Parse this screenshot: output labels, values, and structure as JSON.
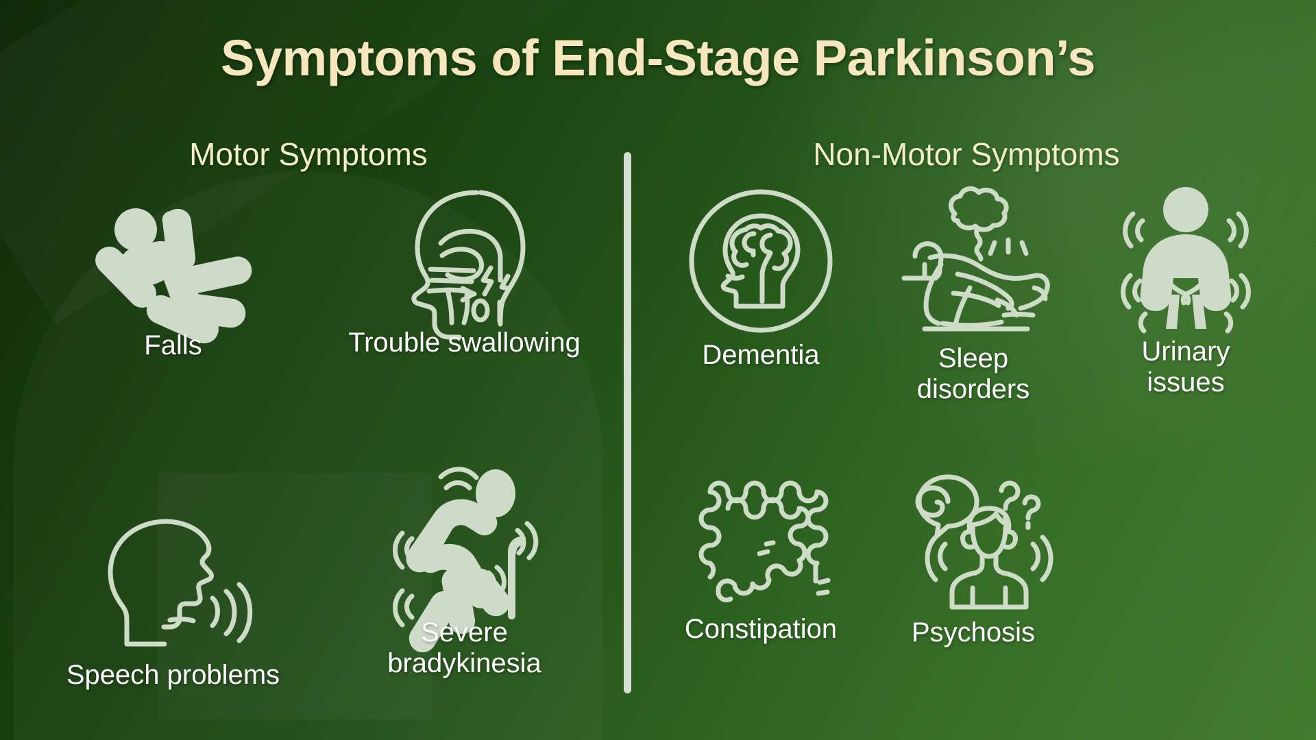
{
  "page": {
    "title": "Symptoms of End-Stage Parkinson’s",
    "background_dark": "#0f2b08",
    "background_light": "#437b2f",
    "title_color": "#F6E7BE",
    "header_color": "#F2EFC6",
    "label_color": "#FFFFFF",
    "icon_color": "#CEDCC7",
    "divider_color": "#D6E0D2"
  },
  "columns": [
    {
      "id": "motor",
      "header": "Motor Symptoms",
      "items": [
        {
          "label": "Falls",
          "icon": "falling-person-icon"
        },
        {
          "label": "Trouble swallowing",
          "icon": "head-swallowing-icon"
        },
        {
          "label": "Speech problems",
          "icon": "head-speaking-icon"
        },
        {
          "label": "Severe\nbradykinesia",
          "icon": "stooped-person-cane-icon"
        }
      ]
    },
    {
      "id": "non-motor",
      "header": "Non-Motor Symptoms",
      "items": [
        {
          "label": "Dementia",
          "icon": "brain-question-head-circle-icon"
        },
        {
          "label": "Sleep\ndisorders",
          "icon": "insomnia-person-bed-icon"
        },
        {
          "label": "Urinary\nissues",
          "icon": "person-urgency-icon"
        },
        {
          "label": "Constipation",
          "icon": "intestines-icon"
        },
        {
          "label": "Psychosis",
          "icon": "person-spiral-bubble-icon"
        }
      ]
    }
  ]
}
